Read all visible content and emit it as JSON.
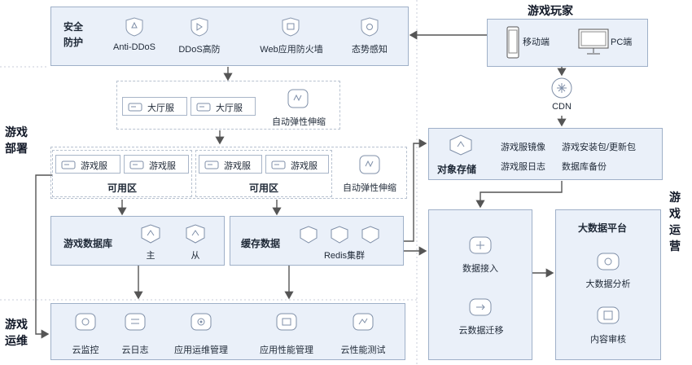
{
  "sections": {
    "deploy": "游戏\n部署",
    "ops": "游戏\n运维",
    "operation": "游戏\n运营",
    "players": "游戏玩家"
  },
  "security": {
    "title": "安全\n防护",
    "items": [
      "Anti-DDoS",
      "DDoS高防",
      "Web应用防火墙",
      "态势感知"
    ]
  },
  "players": {
    "mobile": "移动端",
    "pc": "PC端",
    "cdn": "CDN"
  },
  "lobby": {
    "servers": [
      "大厅服",
      "大厅服"
    ],
    "autoscale": "自动弹性伸缩"
  },
  "zones": {
    "zone1": {
      "servers": [
        "游戏服",
        "游戏服"
      ],
      "label": "可用区"
    },
    "zone2": {
      "servers": [
        "游戏服",
        "游戏服"
      ],
      "label": "可用区"
    },
    "autoscale": "自动弹性伸缩"
  },
  "database": {
    "title": "游戏数据库",
    "master": "主",
    "slave": "从"
  },
  "cache": {
    "title": "缓存数据",
    "cluster": "Redis集群"
  },
  "storage": {
    "title": "对象存储",
    "items": [
      "游戏服镜像",
      "游戏安装包/更新包",
      "游戏服日志",
      "数据库备份"
    ]
  },
  "ingest": {
    "access": "数据接入",
    "migrate": "云数据迁移"
  },
  "bigdata": {
    "title": "大数据平台",
    "analysis": "大数据分析",
    "review": "内容审核"
  },
  "opsTools": {
    "items": [
      "云监控",
      "云日志",
      "应用运维管理",
      "应用性能管理",
      "云性能测试"
    ]
  },
  "colors": {
    "panel": "#eaf0f9",
    "border": "#9fb0c8",
    "arrow": "#555555"
  }
}
